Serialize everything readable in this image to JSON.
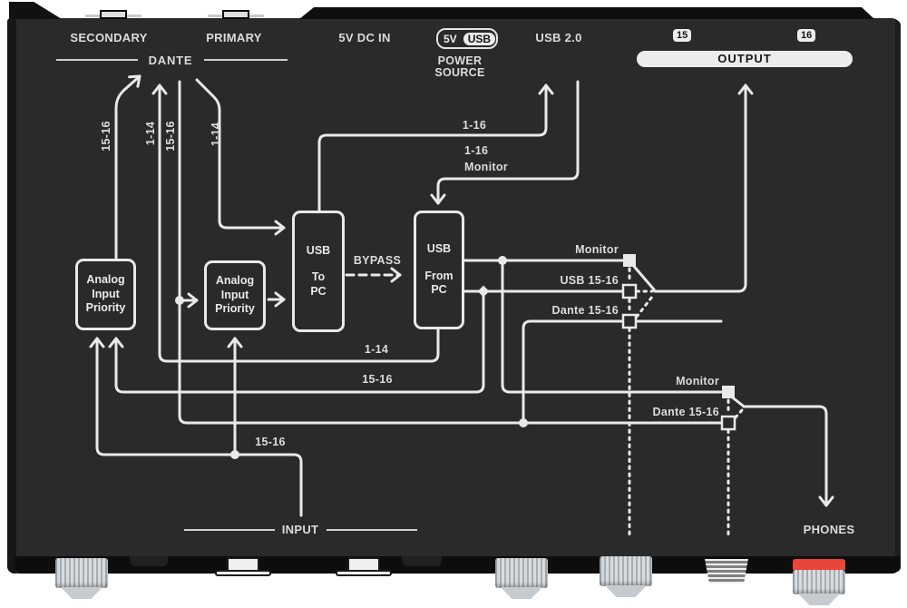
{
  "panel": {
    "secondary": "SECONDARY",
    "primary": "PRIMARY",
    "dante": "DANTE",
    "dc_in": "5V DC IN",
    "badge_5v": "5V",
    "badge_usb": "USB",
    "power_line1": "POWER",
    "power_line2": "SOURCE",
    "usb20": "USB 2.0",
    "badge_15": "15",
    "badge_16": "16",
    "output": "OUTPUT",
    "input": "INPUT",
    "phones": "PHONES"
  },
  "blocks": {
    "analog_left": {
      "l1": "Analog",
      "l2": "Input",
      "l3": "Priority"
    },
    "analog_right": {
      "l1": "Analog",
      "l2": "Input",
      "l3": "Priority"
    },
    "usb_to_pc": {
      "l1": "USB",
      "l2": "To",
      "l3": "PC"
    },
    "usb_from_pc": {
      "l1": "USB",
      "l2": "From",
      "l3": "PC"
    }
  },
  "wires": {
    "v_dante_out_15_16": "15-16",
    "v_dante_out_1_14": "1-14",
    "v_dante_in_15_16": "15-16",
    "v_dante_in_1_14": "1-14",
    "usb_send_1_16": "1-16",
    "usb_return_1_16": "1-16",
    "usb_return_monitor": "Monitor",
    "bypass": "BYPASS",
    "sw_out_monitor": "Monitor",
    "sw_out_usb_15_16": "USB 15-16",
    "sw_out_dante_15_16": "Dante 15-16",
    "sw_ph_monitor": "Monitor",
    "sw_ph_dante_15_16": "Dante 15-16",
    "pc_out_1_14": "1-14",
    "usb_15_16_return": "15-16",
    "analog_in_15_16": "15-16"
  },
  "colors": {
    "panel": "#2a2a2b",
    "wire": "#e9e9e9",
    "label": "#dcdcdc",
    "chrome": "#ececec",
    "dark_text": "#161616",
    "red": "#ea453a"
  }
}
